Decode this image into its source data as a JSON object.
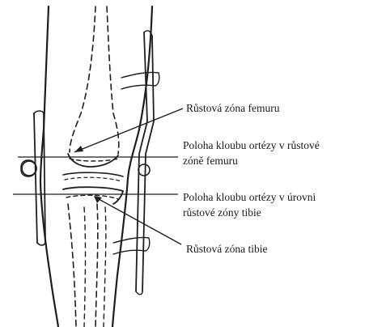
{
  "labels": {
    "femur_growth_zone": "Růstová zóna femuru",
    "joint_femur_line1": "Poloha kloubu ortézy v růstové",
    "joint_femur_line2": "zóně femuru",
    "joint_tibia_line1": "Poloha kloubu ortézy v úrovni",
    "joint_tibia_line2": "růstové zóny tibie",
    "tibia_growth_zone": "Růstová zóna tibie"
  },
  "colors": {
    "ink": "#1a1a1a",
    "background": "#ffffff"
  }
}
